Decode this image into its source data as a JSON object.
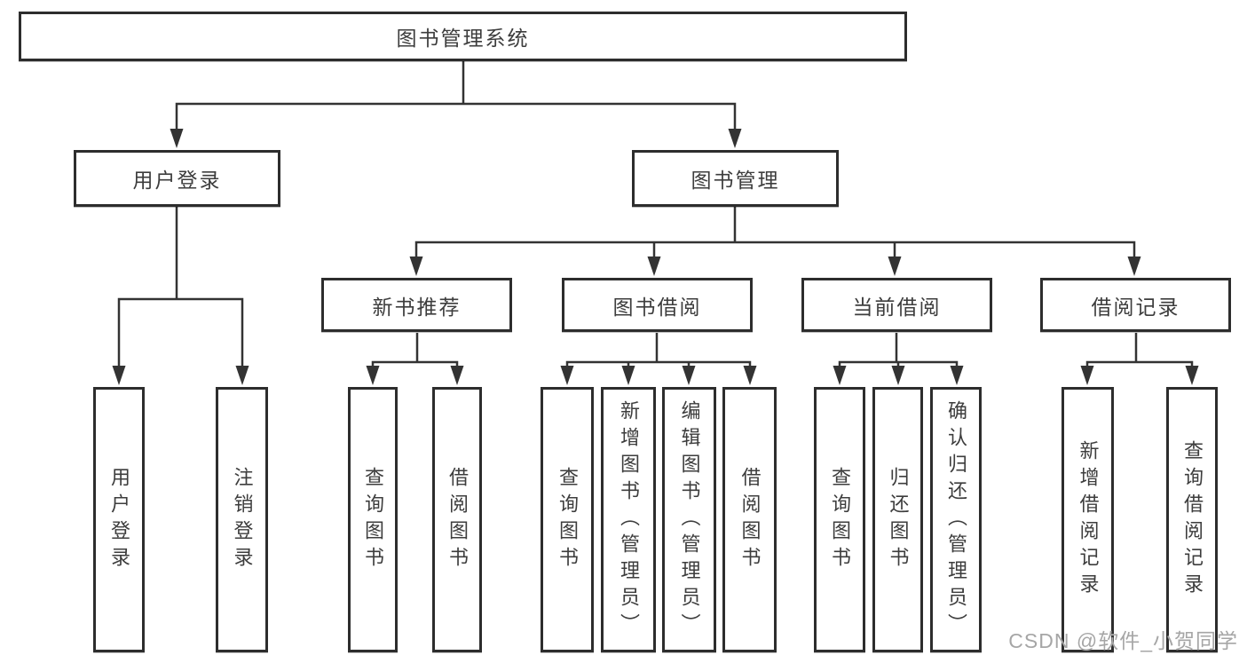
{
  "tree": {
    "root": "图书管理系统",
    "branches": [
      {
        "label": "用户登录",
        "children": [
          "用户登录",
          "注销登录"
        ]
      },
      {
        "label": "图书管理",
        "children": [
          {
            "label": "新书推荐",
            "children": [
              "查询图书",
              "借阅图书"
            ]
          },
          {
            "label": "图书借阅",
            "children": [
              "查询图书",
              "新增图书（管理员）",
              "编辑图书（管理员）",
              "借阅图书"
            ]
          },
          {
            "label": "当前借阅",
            "children": [
              "查询图书",
              "归还图书",
              "确认归还（管理员）"
            ]
          },
          {
            "label": "借阅记录",
            "children": [
              "新增借阅记录",
              "查询借阅记录"
            ]
          }
        ]
      }
    ]
  },
  "watermark": "CSDN @软件_小贺同学",
  "colors": {
    "line": "#333333",
    "box_border": "#2d2d2d",
    "text": "#3d3d3d",
    "watermark": "#a6a6a6",
    "background": "#ffffff"
  }
}
